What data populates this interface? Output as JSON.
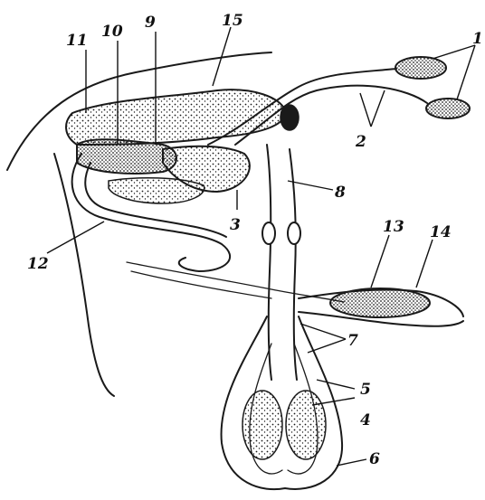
{
  "labels": {
    "l1": "1",
    "l2": "2",
    "l3": "3",
    "l4": "4",
    "l5": "5",
    "l6": "6",
    "l7": "7",
    "l8": "8",
    "l9": "9",
    "l10": "10",
    "l11": "11",
    "l12": "12",
    "l13": "13",
    "l14": "14",
    "l15": "15"
  },
  "colors": {
    "ink": "#1a1a1a",
    "paper": "#ffffff"
  }
}
